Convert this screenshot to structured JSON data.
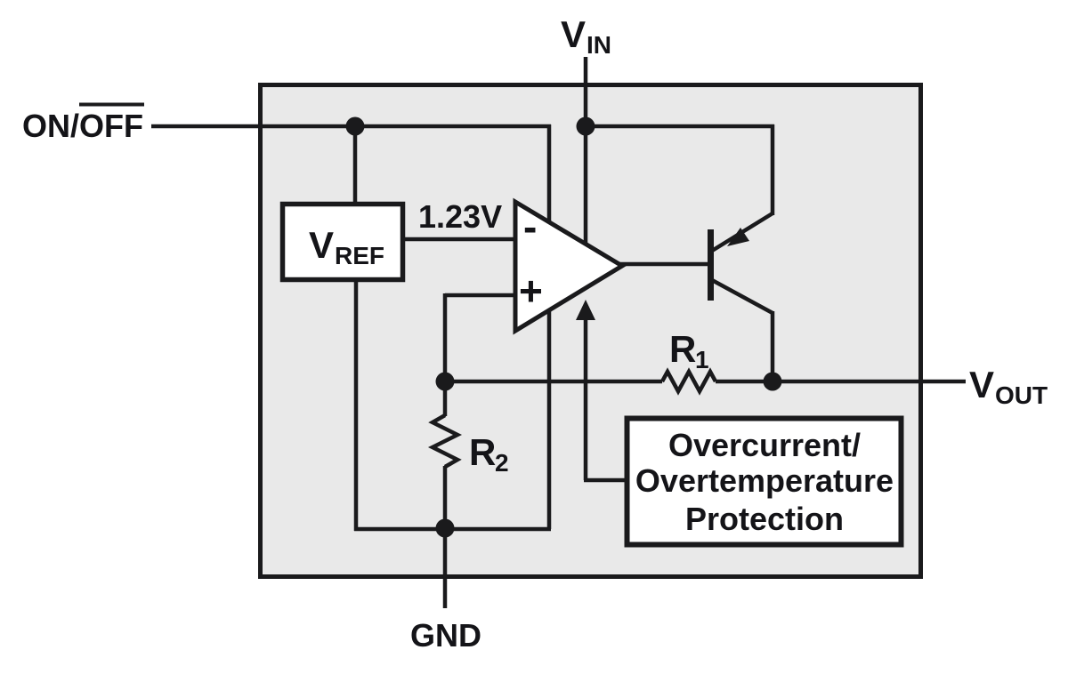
{
  "diagram": {
    "type": "voltage-regulator-functional-block-diagram",
    "labels": {
      "on_off": {
        "prefix": "ON/",
        "overlined": "OFF"
      },
      "vin": {
        "base": "V",
        "sub": "IN"
      },
      "vref_block": {
        "base": "V",
        "sub": "REF"
      },
      "ref_voltage": "1.23V",
      "opamp": {
        "inverting": "-",
        "noninverting": "+"
      },
      "r1": {
        "base": "R",
        "sub": "1"
      },
      "r2": {
        "base": "R",
        "sub": "2"
      },
      "vout": {
        "base": "V",
        "sub": "OUT"
      },
      "gnd": "GND",
      "protection_block": {
        "line1": "Overcurrent/",
        "line2": "Overtemperature",
        "line3": "Protection"
      }
    },
    "colors": {
      "ic_fill": "#e9e9e9",
      "line": "#1a1a1c",
      "block_fill": "#ffffff",
      "text": "#141418",
      "background": "#ffffff"
    }
  }
}
